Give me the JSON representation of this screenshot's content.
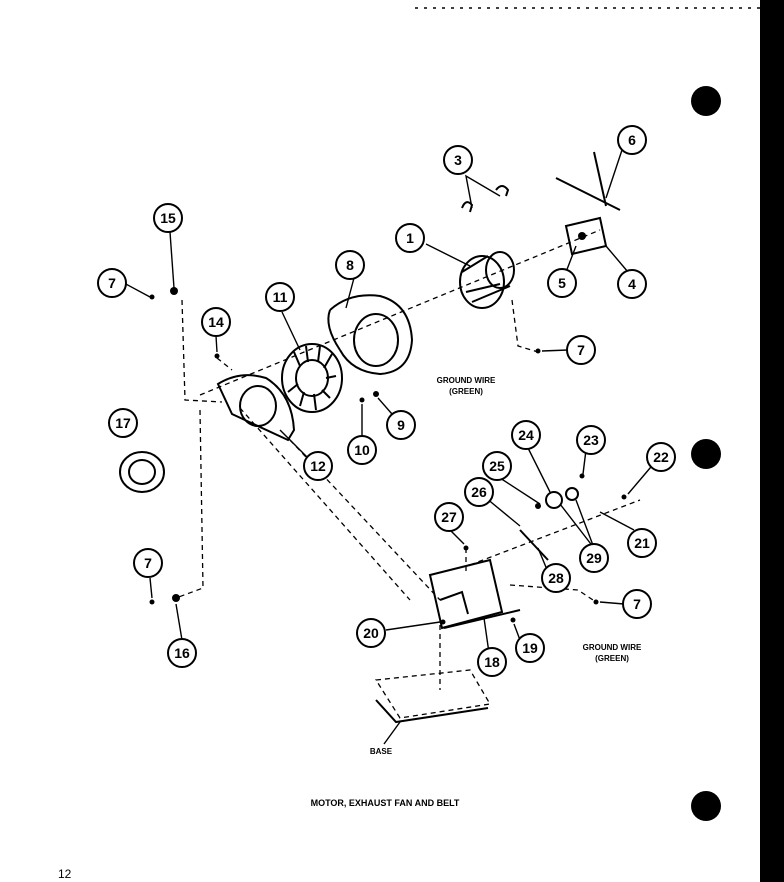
{
  "title": "MOTOR, EXHAUST FAN AND BELT",
  "page_number": "12",
  "labels": {
    "ground_wire_1": [
      "GROUND WIRE",
      "(GREEN)"
    ],
    "ground_wire_2": [
      "GROUND WIRE",
      "(GREEN)"
    ],
    "base": "BASE"
  },
  "callouts": [
    "1",
    "3",
    "4",
    "5",
    "6",
    "7",
    "7",
    "7",
    "7",
    "8",
    "9",
    "10",
    "11",
    "12",
    "14",
    "15",
    "16",
    "17",
    "18",
    "19",
    "20",
    "21",
    "22",
    "23",
    "24",
    "25",
    "26",
    "27",
    "28",
    "29"
  ],
  "colors": {
    "ink": "#000000",
    "paper": "#ffffff"
  }
}
